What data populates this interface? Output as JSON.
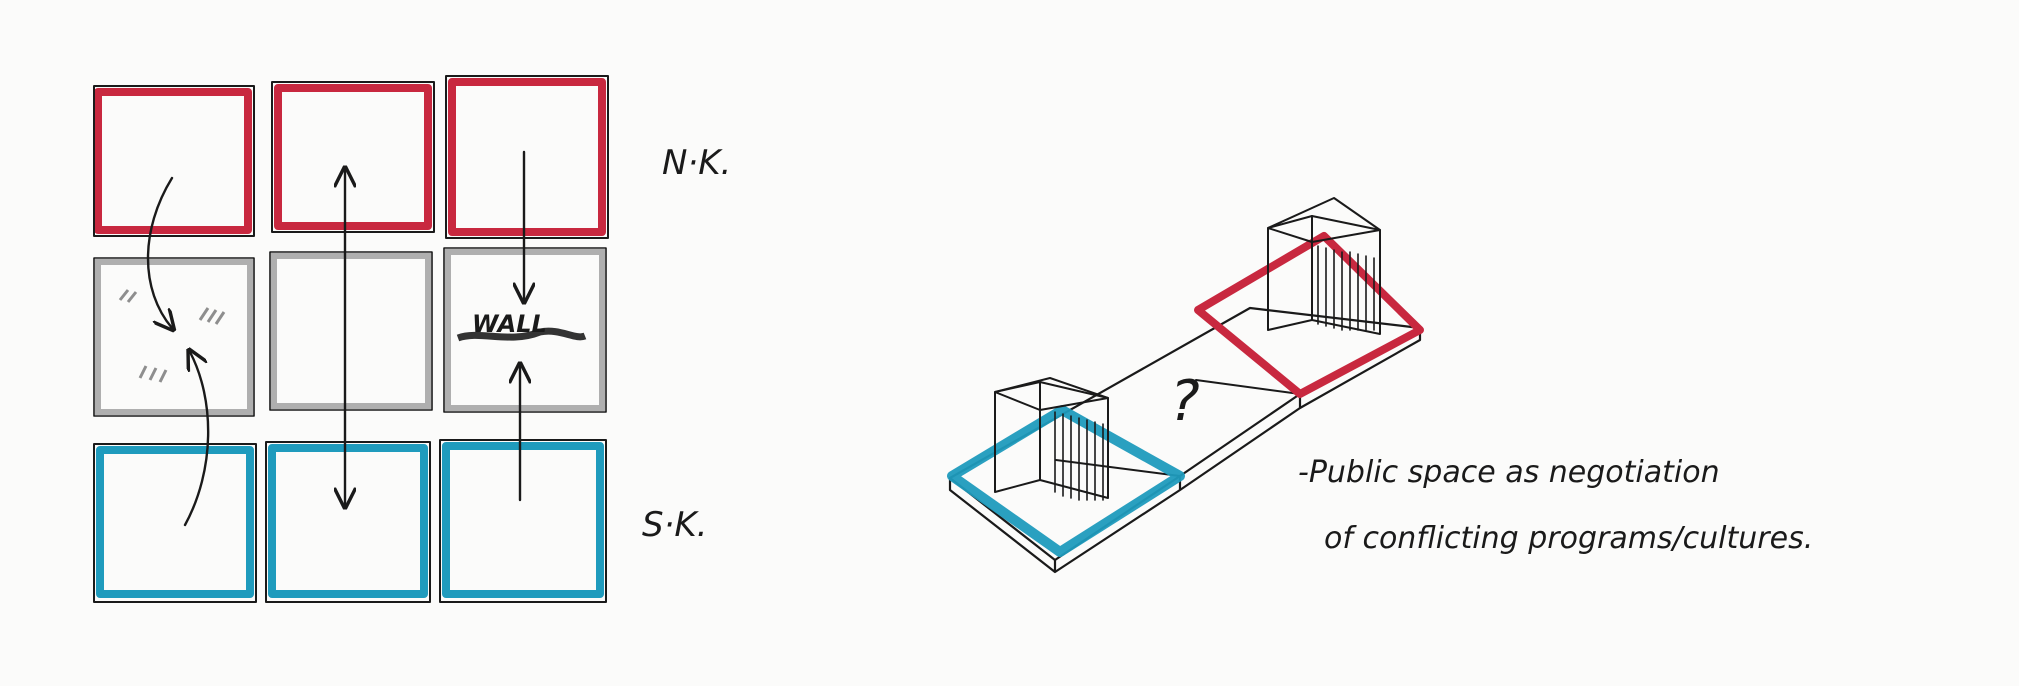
{
  "labels": {
    "north": "N·K.",
    "south": "S·K.",
    "wall": "WALL",
    "question": "?",
    "caption_line1": "-Public space as negotiation",
    "caption_line2": "of conflicting programs/cultures."
  },
  "colors": {
    "ink": "#1a1a1a",
    "north_red": "#c8283f",
    "south_blue": "#1f9bbd",
    "pencil_gray": "#8e8e8e",
    "paper": "#fbfbfa"
  }
}
